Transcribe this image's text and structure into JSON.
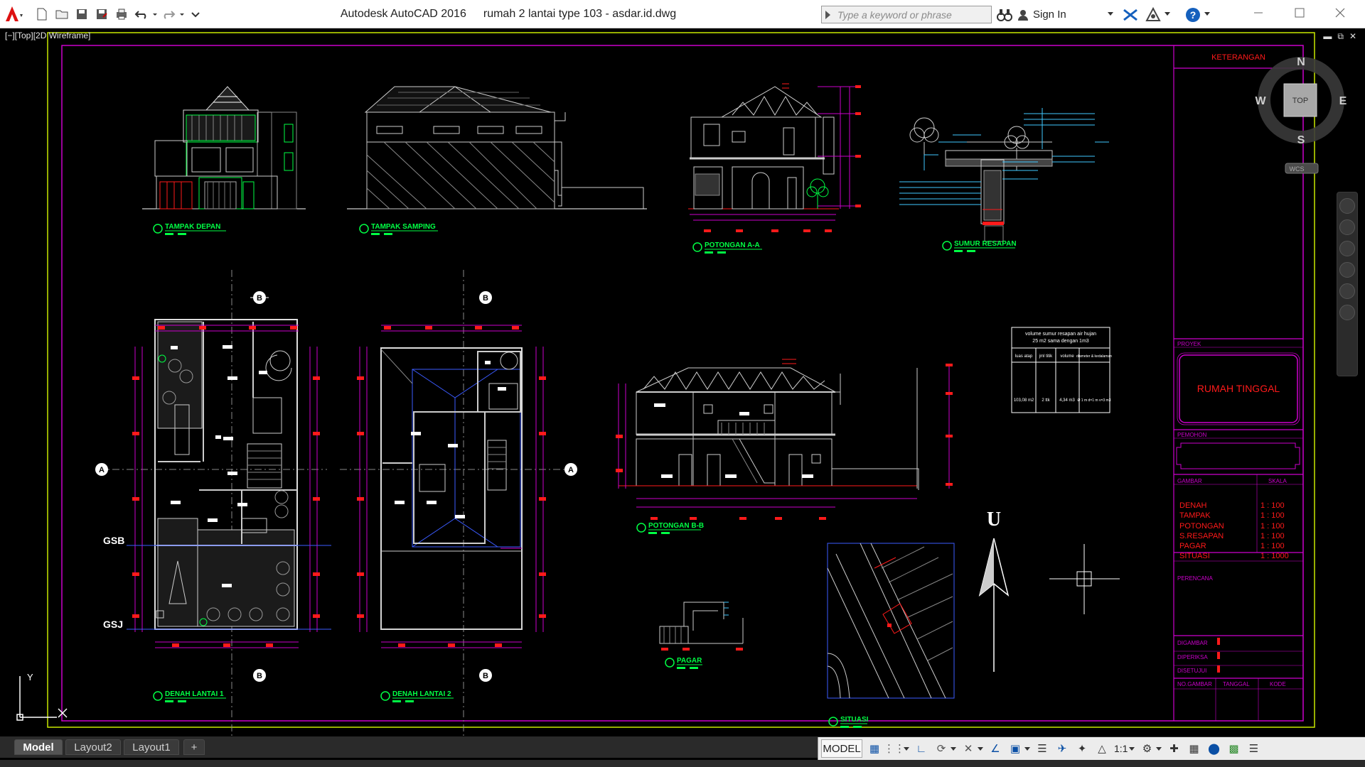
{
  "app": {
    "name": "Autodesk AutoCAD 2016",
    "document": "rumah 2 lantai type 103 - asdar.id.dwg"
  },
  "search": {
    "placeholder": "Type a keyword or phrase"
  },
  "account": {
    "signin_label": "Sign In"
  },
  "viewport": {
    "label": "[−][Top][2D Wireframe]"
  },
  "viewcube": {
    "top_label": "TOP",
    "n": "N",
    "s": "S",
    "e": "E",
    "w": "W",
    "ucs_label": "WCS"
  },
  "drawing": {
    "elevation_front": "TAMPAK DEPAN",
    "elevation_side": "TAMPAK SAMPING",
    "section_aa": "POTONGAN A-A",
    "section_bb": "POTONGAN B-B",
    "well": "SUMUR RESAPAN",
    "plan_1": "DENAH LANTAI 1",
    "plan_2": "DENAH LANTAI 2",
    "fence": "PAGAR",
    "site": "SITUASI",
    "gsb": "GSB",
    "gsj": "GSJ",
    "north_letter": "U",
    "marker_a": "A",
    "marker_b": "B"
  },
  "titleblock": {
    "keterangan": "KETERANGAN",
    "proyek_label": "PROYEK",
    "project_name": "RUMAH TINGGAL",
    "pemohon_label": "PEMOHON",
    "gambar_label": "GAMBAR",
    "skala_label": "SKALA",
    "sheets": [
      {
        "name": "DENAH",
        "scale": "1 : 100"
      },
      {
        "name": "TAMPAK",
        "scale": "1 : 100"
      },
      {
        "name": "POTONGAN",
        "scale": "1 : 100"
      },
      {
        "name": "S.RESAPAN",
        "scale": "1 : 100"
      },
      {
        "name": "PAGAR",
        "scale": "1 : 100"
      },
      {
        "name": "SITUASI",
        "scale": "1 : 1000"
      }
    ],
    "perencana_label": "PERENCANA",
    "digambar": "DIGAMBAR",
    "diperiksa": "DIPERIKSA",
    "disetujui": "DISETUJUI",
    "no_gambar": "NO.GAMBAR",
    "tanggal": "TANGGAL",
    "kode": "KODE"
  },
  "well_table": {
    "title1": "volume sumur resapan air hujan",
    "title2": "25 m2 sama dengan 1m3",
    "headers": [
      "luas atap",
      "jml titik",
      "volume",
      "diameter & kedalaman"
    ],
    "row": [
      "103,08 m2",
      "2 ttk",
      "4,34 m3",
      "Ø 1 m  d=1 m  v=3 m3"
    ]
  },
  "layout_tabs": [
    "Model",
    "Layout2",
    "Layout1"
  ],
  "status": {
    "model_label": "MODEL",
    "scale": "1:1"
  },
  "colors": {
    "border": "#cc00cc",
    "outer_frame": "#c8e800",
    "label": "#00ff44",
    "red": "#ff1a1a",
    "cyan": "#3fc8ff",
    "white": "#ffffff",
    "blue": "#3b5bff"
  }
}
